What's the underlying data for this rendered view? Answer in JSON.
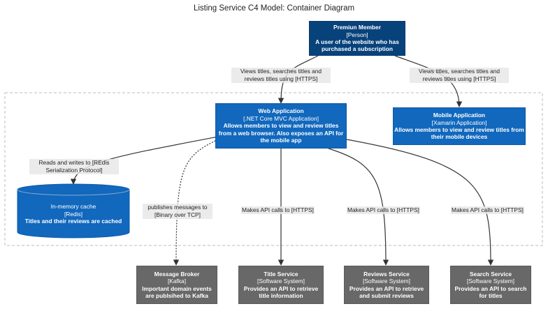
{
  "title": "Listing Service C4 Model: Container Diagram",
  "colors": {
    "person": "#08427b",
    "container": "#1168bd",
    "external": "#686868",
    "boundary": "#bbbbbb",
    "line": "#333333"
  },
  "nodes": {
    "premium_member": {
      "name": "Premiun Member",
      "type": "[Person]",
      "desc": "A user of the website who has purchased a subscription"
    },
    "web_app": {
      "name": "Web Application",
      "type": "[.NET Core MVC Application]",
      "desc": "Allows members to view and review titles from a web browser. Also exposes an API for the mobile app"
    },
    "mobile_app": {
      "name": "Mobile Application",
      "type": "[Xamarin Application]",
      "desc": "Allows members to view and review titles from their mobile devices"
    },
    "cache": {
      "name": "In-memory cache",
      "type": "[Redis]",
      "desc": "Titles and their reviews are cached"
    },
    "broker": {
      "name": "Message Broker",
      "type": "[Kafka]",
      "desc": "Important domain events are publsihed to Kafka"
    },
    "title_service": {
      "name": "Title Service",
      "type": "[Software System]",
      "desc": "Provides an API to retrieve title information"
    },
    "reviews_service": {
      "name": "Reviews Service",
      "type": "[Software System]",
      "desc": "Provides an API to retrieve and submit reviews"
    },
    "search_service": {
      "name": "Search Service",
      "type": "[Software System]",
      "desc": "Provides an API to search for titles"
    }
  },
  "edges": {
    "member_web": "Views titles, searches titles and reviews titles using [HTTPS]",
    "member_mobile": "Views titles, searches titles and reviews titles using [HTTPS]",
    "web_cache": "Reads and writes to [REdis Serialization Protocol]",
    "web_broker": "publishes messages to [Binary over TCP]",
    "web_title": "Makes API calls to [HTTPS]",
    "web_reviews": "Makes API calls to [HTTPS]",
    "web_search": "Makes API calls to [HTTPS]"
  }
}
